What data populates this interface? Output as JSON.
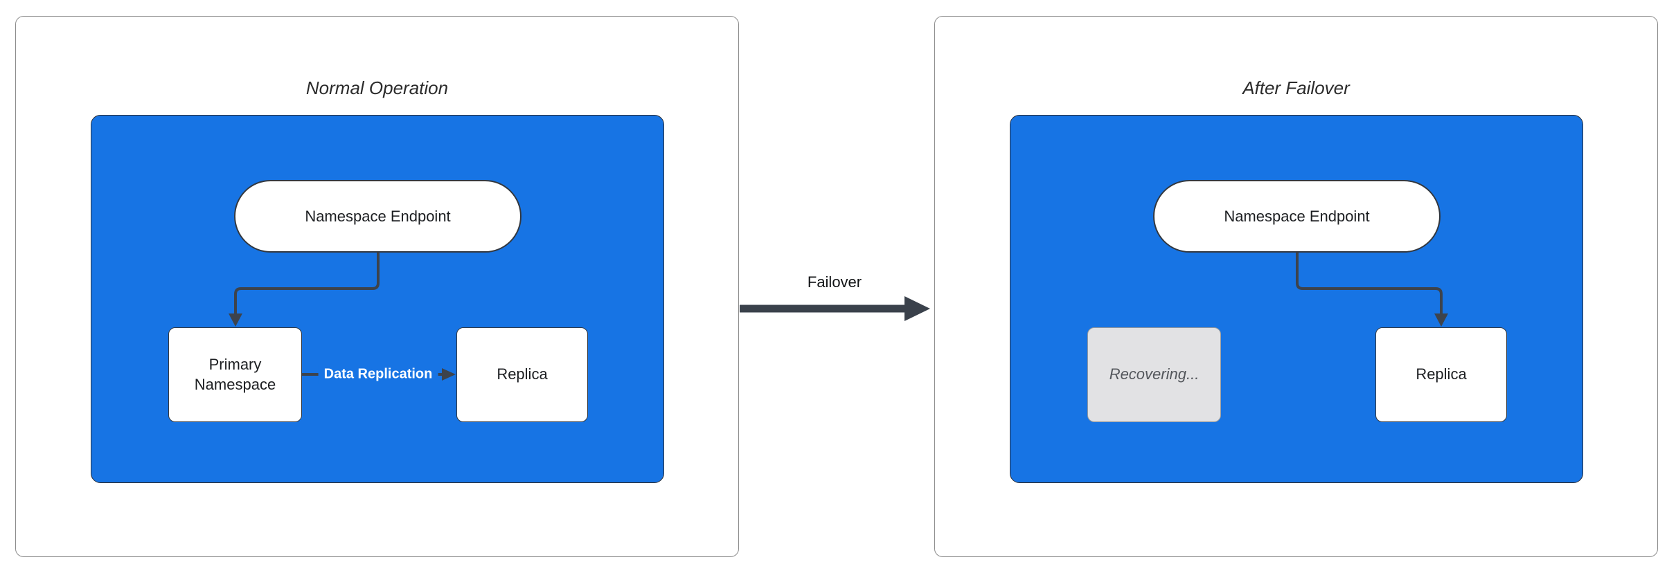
{
  "diagram": {
    "panels": [
      {
        "title": "Normal Operation",
        "endpoint": "Namespace Endpoint",
        "left_node": "Primary Namespace",
        "right_node": "Replica",
        "edge_label": "Data Replication"
      },
      {
        "title": "After Failover",
        "endpoint": "Namespace Endpoint",
        "left_node": "Recovering...",
        "right_node": "Replica"
      }
    ],
    "failover_arrow_label": "Failover",
    "colors": {
      "container_blue": "#1774e4",
      "node_white": "#ffffff",
      "recovering_gray": "#e2e2e4",
      "arrow_dark": "#3d434c",
      "failover_arrow_dark": "#3a414b",
      "edge_label_text": "#ffffff",
      "panel_border_gray": "#8c8c8c",
      "node_border_dark": "#33383f",
      "text_dark": "#1c1e21"
    }
  }
}
